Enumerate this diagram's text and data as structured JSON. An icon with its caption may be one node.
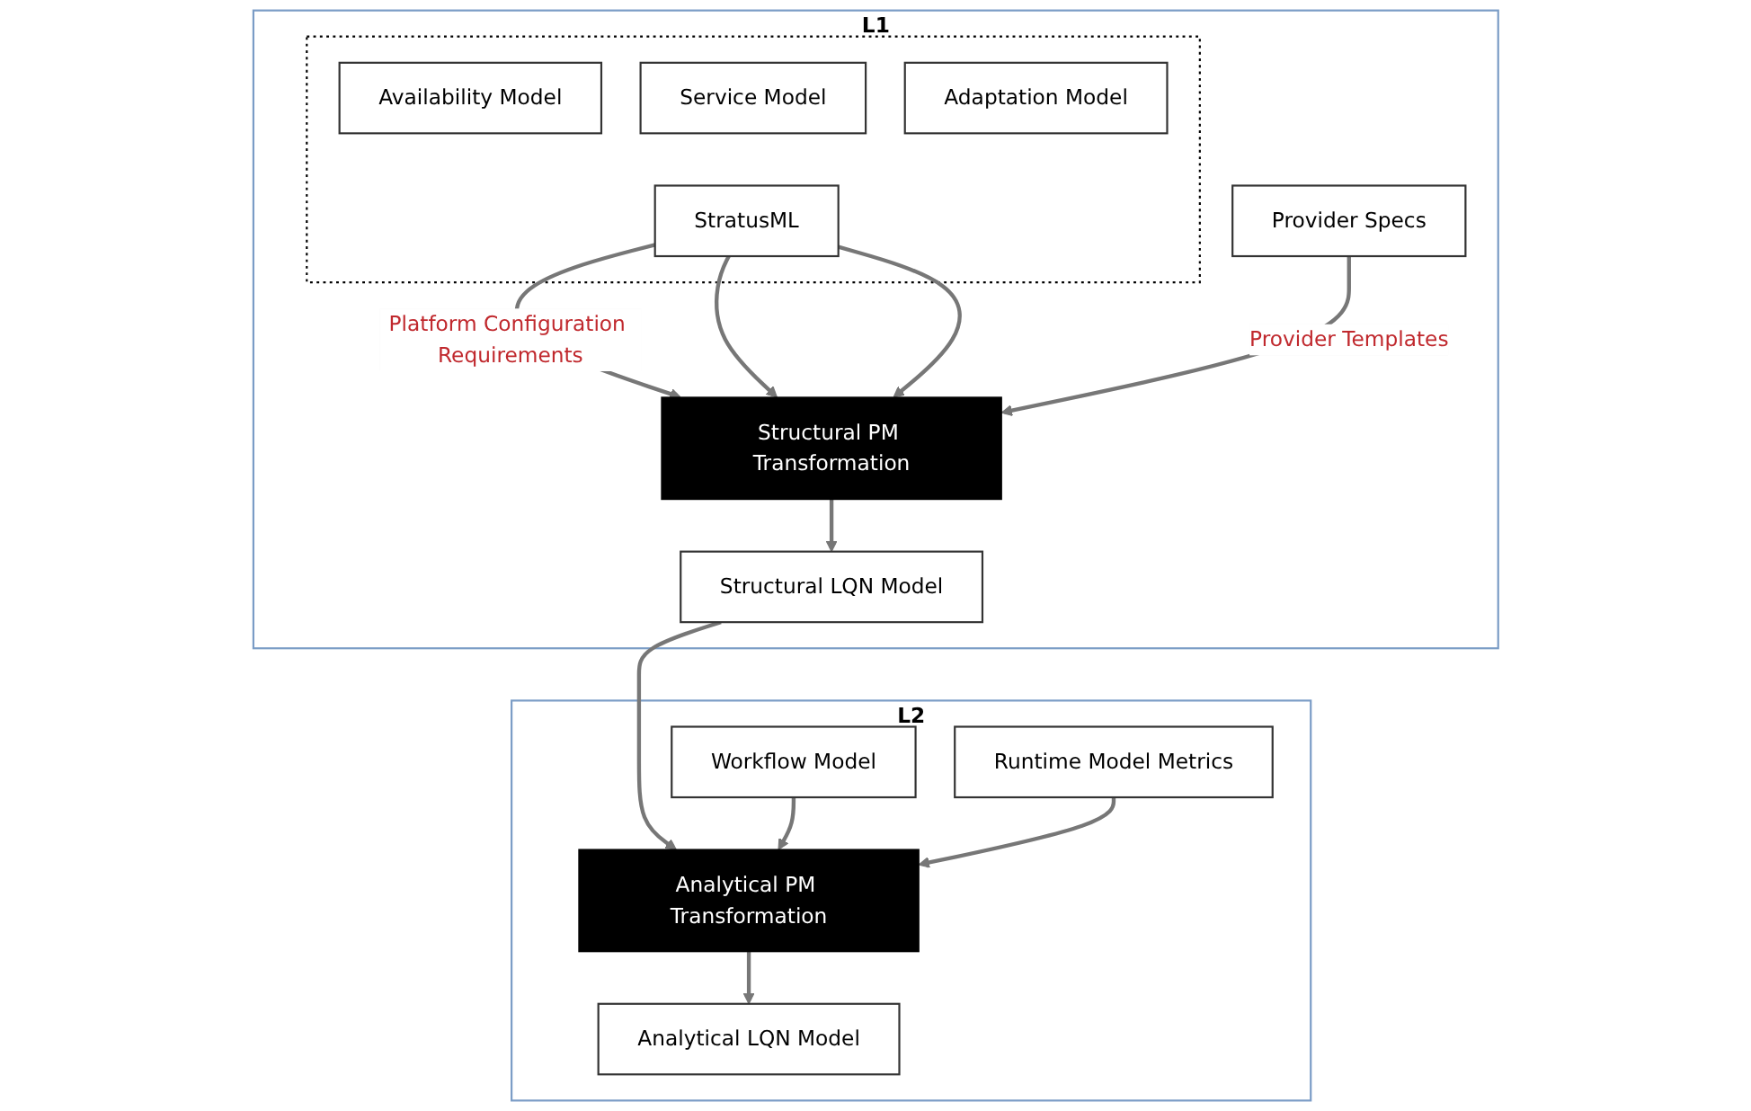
{
  "diagram": {
    "nodes": [
      {
        "text": [
          "L1"
        ]
      },
      {
        "text": [],
        "shape": "box",
        "in": 0
      },
      {
        "text": [
          "Availability Model"
        ],
        "in": 1
      },
      {
        "text": [
          "Service Model"
        ],
        "in": 1
      },
      {
        "text": [
          "Adaptation Model"
        ],
        "in": 1
      },
      {
        "text": [
          "StratusML"
        ],
        "in": 1
      },
      {
        "text": [
          "Provider Specs"
        ],
        "in": 0
      },
      {
        "text": [
          "Structural PM Transformation"
        ],
        "in": 0
      },
      {
        "text": [
          "Structural LQN Model"
        ],
        "in": 0
      },
      {
        "text": [
          "L2"
        ]
      },
      {
        "text": [
          "Workflow Model"
        ],
        "in": 9
      },
      {
        "text": [
          "Analytical PM Transformation"
        ],
        "in": 9
      },
      {
        "text": [
          "Runtime Model Metrics"
        ],
        "in": 9
      },
      {
        "text": [
          "Analytical LQN Model"
        ],
        "in": 9
      }
    ],
    "edges": [
      {
        "from": 5,
        "to": 7,
        "arrow": "to",
        "label": "Platform Configuration Requirements"
      },
      {
        "from": 5,
        "to": 7,
        "arrow": "to"
      },
      {
        "from": 5,
        "to": 7,
        "arrow": "to"
      },
      {
        "from": 6,
        "to": 7,
        "arrow": "to",
        "label": "Provider Templates"
      },
      {
        "from": 7,
        "to": 8,
        "arrow": "to"
      },
      {
        "from": 8,
        "to": 11,
        "arrow": "to"
      },
      {
        "from": 10,
        "to": 11,
        "arrow": "to"
      },
      {
        "from": 12,
        "to": 11,
        "arrow": "to"
      },
      {
        "from": 11,
        "to": 13,
        "arrow": "to"
      }
    ]
  }
}
